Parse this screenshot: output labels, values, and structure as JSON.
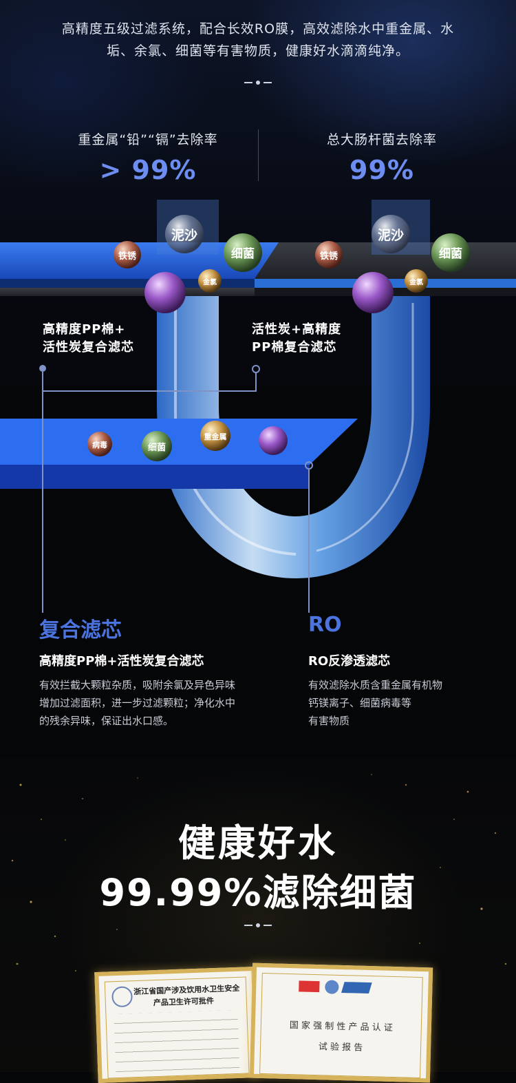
{
  "intro": {
    "line1": "高精度五级过滤系统，配合长效RO膜，高效滤除水中重金属、水",
    "line2": "垢、余氯、细菌等有害物质，健康好水滴滴纯净。"
  },
  "stats": [
    {
      "label": "重金属“铅”“镉”去除率",
      "value": "> 99%"
    },
    {
      "label": "总大肠杆菌去除率",
      "value": "99%"
    }
  ],
  "particles_top": [
    "铁锈",
    "泥沙",
    "细菌",
    "金氯"
  ],
  "particles_bottom": [
    "病毒",
    "细菌",
    "重金属"
  ],
  "annotations": {
    "left_line1": "高精度PP棉+",
    "left_line2": "活性炭复合滤芯",
    "right_line1": "活性炭+高精度",
    "right_line2": "PP棉复合滤芯"
  },
  "columns": [
    {
      "title": "复合滤芯",
      "subtitle": "高精度PP棉+活性炭复合滤芯",
      "desc1": "有效拦截大颗粒杂质，吸附余氯及异色异味",
      "desc2": "增加过滤面积，进一步过滤颗粒；净化水中",
      "desc3": "的残余异味，保证出水口感。"
    },
    {
      "title": "RO",
      "subtitle": "RO反渗透滤芯",
      "desc1": "有效滤除水质含重金属有机物",
      "desc2": "钙镁离子、细菌病毒等",
      "desc3": "有害物质"
    }
  ],
  "headline": {
    "line1": "健康好水",
    "line2": "99.99%滤除细菌"
  },
  "certificates": {
    "left_title1": "浙江省国产涉及饮用水卫生安全",
    "left_title2": "产品卫生许可批件",
    "right_title1": "国 家 强 制 性 产 品 认 证",
    "right_title2": "试 验 报 告"
  },
  "colors": {
    "accent": "#4b74e0",
    "stat_value": "#6d8df0",
    "frame_gold": "#d6b25a"
  }
}
